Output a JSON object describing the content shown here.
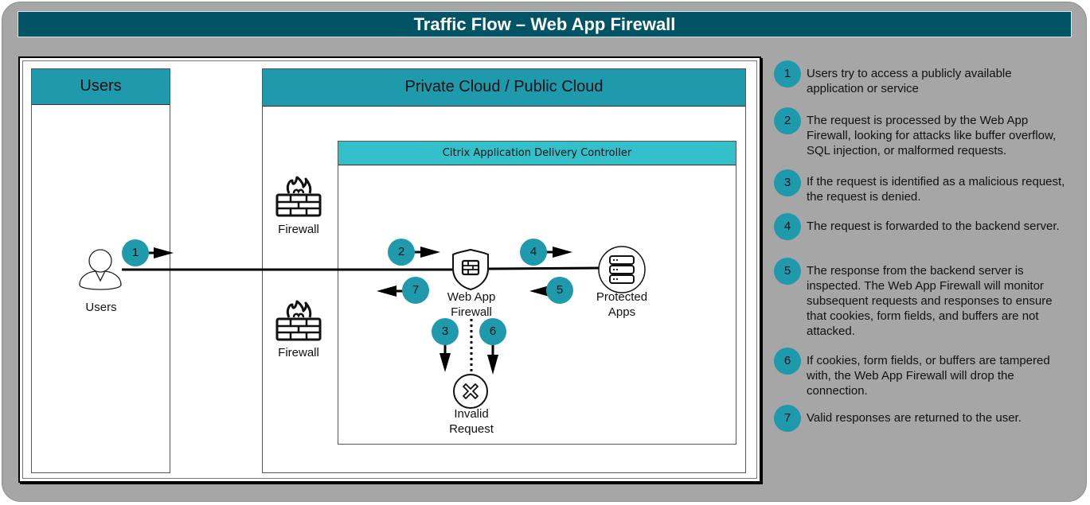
{
  "title": "Traffic Flow – Web App Firewall",
  "lanes": {
    "users": {
      "label": "Users"
    },
    "cloud": {
      "label": "Private Cloud / Public Cloud"
    },
    "adc": {
      "label": "Citrix Application Delivery Controller"
    }
  },
  "nodes": {
    "users": {
      "label": "Users",
      "icon": "user-icon"
    },
    "firewall_top": {
      "label": "Firewall",
      "icon": "firewall-icon"
    },
    "firewall_bottom": {
      "label": "Firewall",
      "icon": "firewall-icon"
    },
    "waf": {
      "label_line1": "Web App",
      "label_line2": "Firewall",
      "icon": "shield-firewall-icon"
    },
    "apps": {
      "label_line1": "Protected",
      "label_line2": "Apps",
      "icon": "server-stack-icon"
    },
    "invalid": {
      "label_line1": "Invalid",
      "label_line2": "Request",
      "icon": "x-circle-icon"
    }
  },
  "steps_on_diagram": [
    {
      "num": "1",
      "direction": "right"
    },
    {
      "num": "2",
      "direction": "right"
    },
    {
      "num": "3",
      "direction": "down"
    },
    {
      "num": "4",
      "direction": "right"
    },
    {
      "num": "5",
      "direction": "left"
    },
    {
      "num": "6",
      "direction": "down"
    },
    {
      "num": "7",
      "direction": "left"
    }
  ],
  "legend": [
    {
      "num": "1",
      "text": "Users try to access a publicly available application or service"
    },
    {
      "num": "2",
      "text": "The request is processed by the Web App Firewall, looking for attacks like buffer overflow, SQL injection, or malformed requests."
    },
    {
      "num": "3",
      "text": "If the request is identified as a malicious request, the request is denied."
    },
    {
      "num": "4",
      "text": "The request is forwarded to the backend server."
    },
    {
      "num": "5",
      "text": "The response from the backend server is inspected. The Web App Firewall will monitor subsequent requests and responses to ensure that cookies, form fields, and buffers are not attacked."
    },
    {
      "num": "6",
      "text": "If cookies, form fields, or buffers are tampered with, the Web App Firewall will drop the connection."
    },
    {
      "num": "7",
      "text": "Valid responses are returned to the user."
    }
  ],
  "colors": {
    "title_bg": "#005466",
    "lane_header": "#1f9aad",
    "adc_header": "#34c0ca",
    "badge": "#1f9aad",
    "background": "#a6a6a6"
  }
}
